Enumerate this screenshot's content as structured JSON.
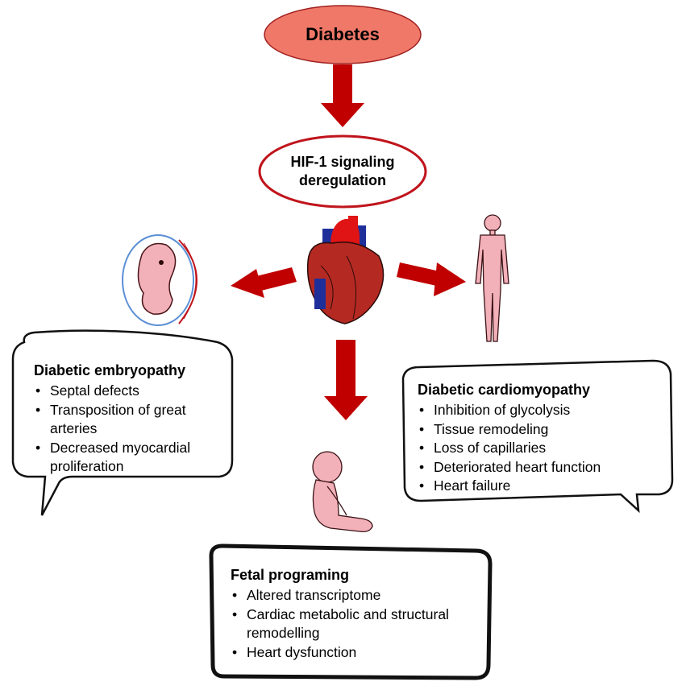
{
  "top": {
    "label": "Diabetes",
    "color": "#f07868"
  },
  "middle": {
    "line1": "HIF-1 signaling",
    "line2": "deregulation",
    "border_color": "#c0141c"
  },
  "arrow_color": "#c00000",
  "icons": {
    "heart": "heart-icon",
    "embryo": "embryo-icon",
    "adult": "adult-figure-icon",
    "baby": "baby-icon"
  },
  "embryopathy": {
    "title": "Diabetic embryopathy",
    "items": [
      "Septal defects",
      "Transposition of great arteries",
      "Decreased myocardial",
      "proliferation"
    ]
  },
  "cardiomyopathy": {
    "title": "Diabetic cardiomyopathy",
    "items": [
      "Inhibition of glycolysis",
      "Tissue remodeling",
      "Loss of capillaries",
      "Deteriorated heart function",
      "Heart failure"
    ]
  },
  "fetal": {
    "title": "Fetal programing",
    "items": [
      "Altered transcriptome",
      "Cardiac metabolic and structural",
      "remodelling",
      "Heart dysfunction"
    ]
  }
}
